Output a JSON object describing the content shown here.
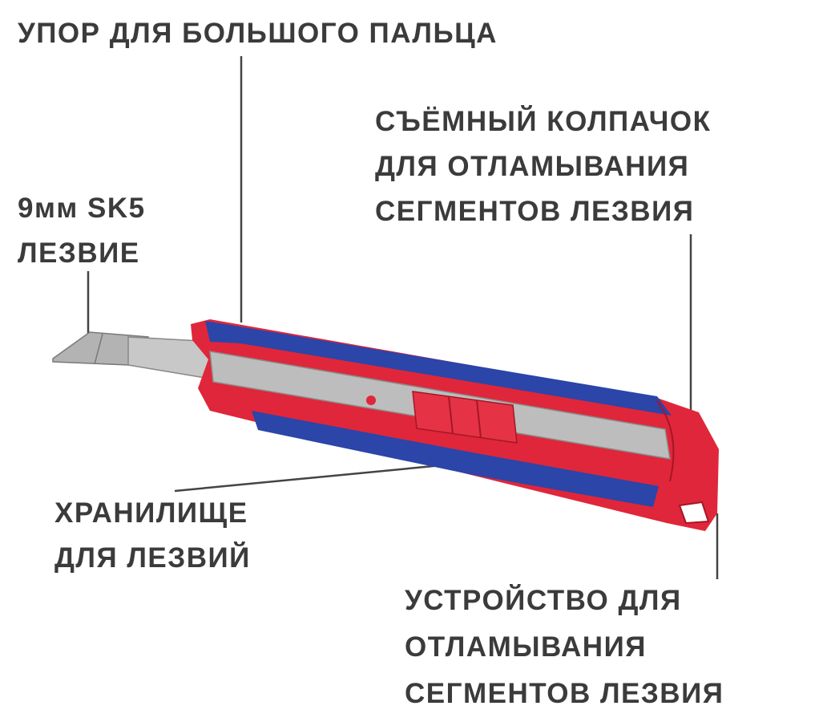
{
  "labels": {
    "thumb_rest": [
      "УПОР ДЛЯ БОЛЬШОГО ПАЛЬЦА"
    ],
    "removable_cap": [
      "СЪЁМНЫЙ КОЛПАЧОК",
      "ДЛЯ ОТЛАМЫВАНИЯ",
      "СЕГМЕНТОВ ЛЕЗВИЯ"
    ],
    "blade": [
      "9мм SK5",
      "ЛЕЗВИЕ"
    ],
    "blade_storage": [
      "ХРАНИЛИЩЕ",
      "ДЛЯ ЛЕЗВИЙ"
    ],
    "snap_off_device": [
      "УСТРОЙСТВО ДЛЯ",
      "ОТЛАМЫВАНИЯ",
      "СЕГМЕНТОВ ЛЕЗВИЯ"
    ]
  },
  "colors": {
    "body_red": "#e0263a",
    "grip_blue": "#2b45a8",
    "blade_gray": "#a9a9a9",
    "text": "#3b3b3b"
  }
}
